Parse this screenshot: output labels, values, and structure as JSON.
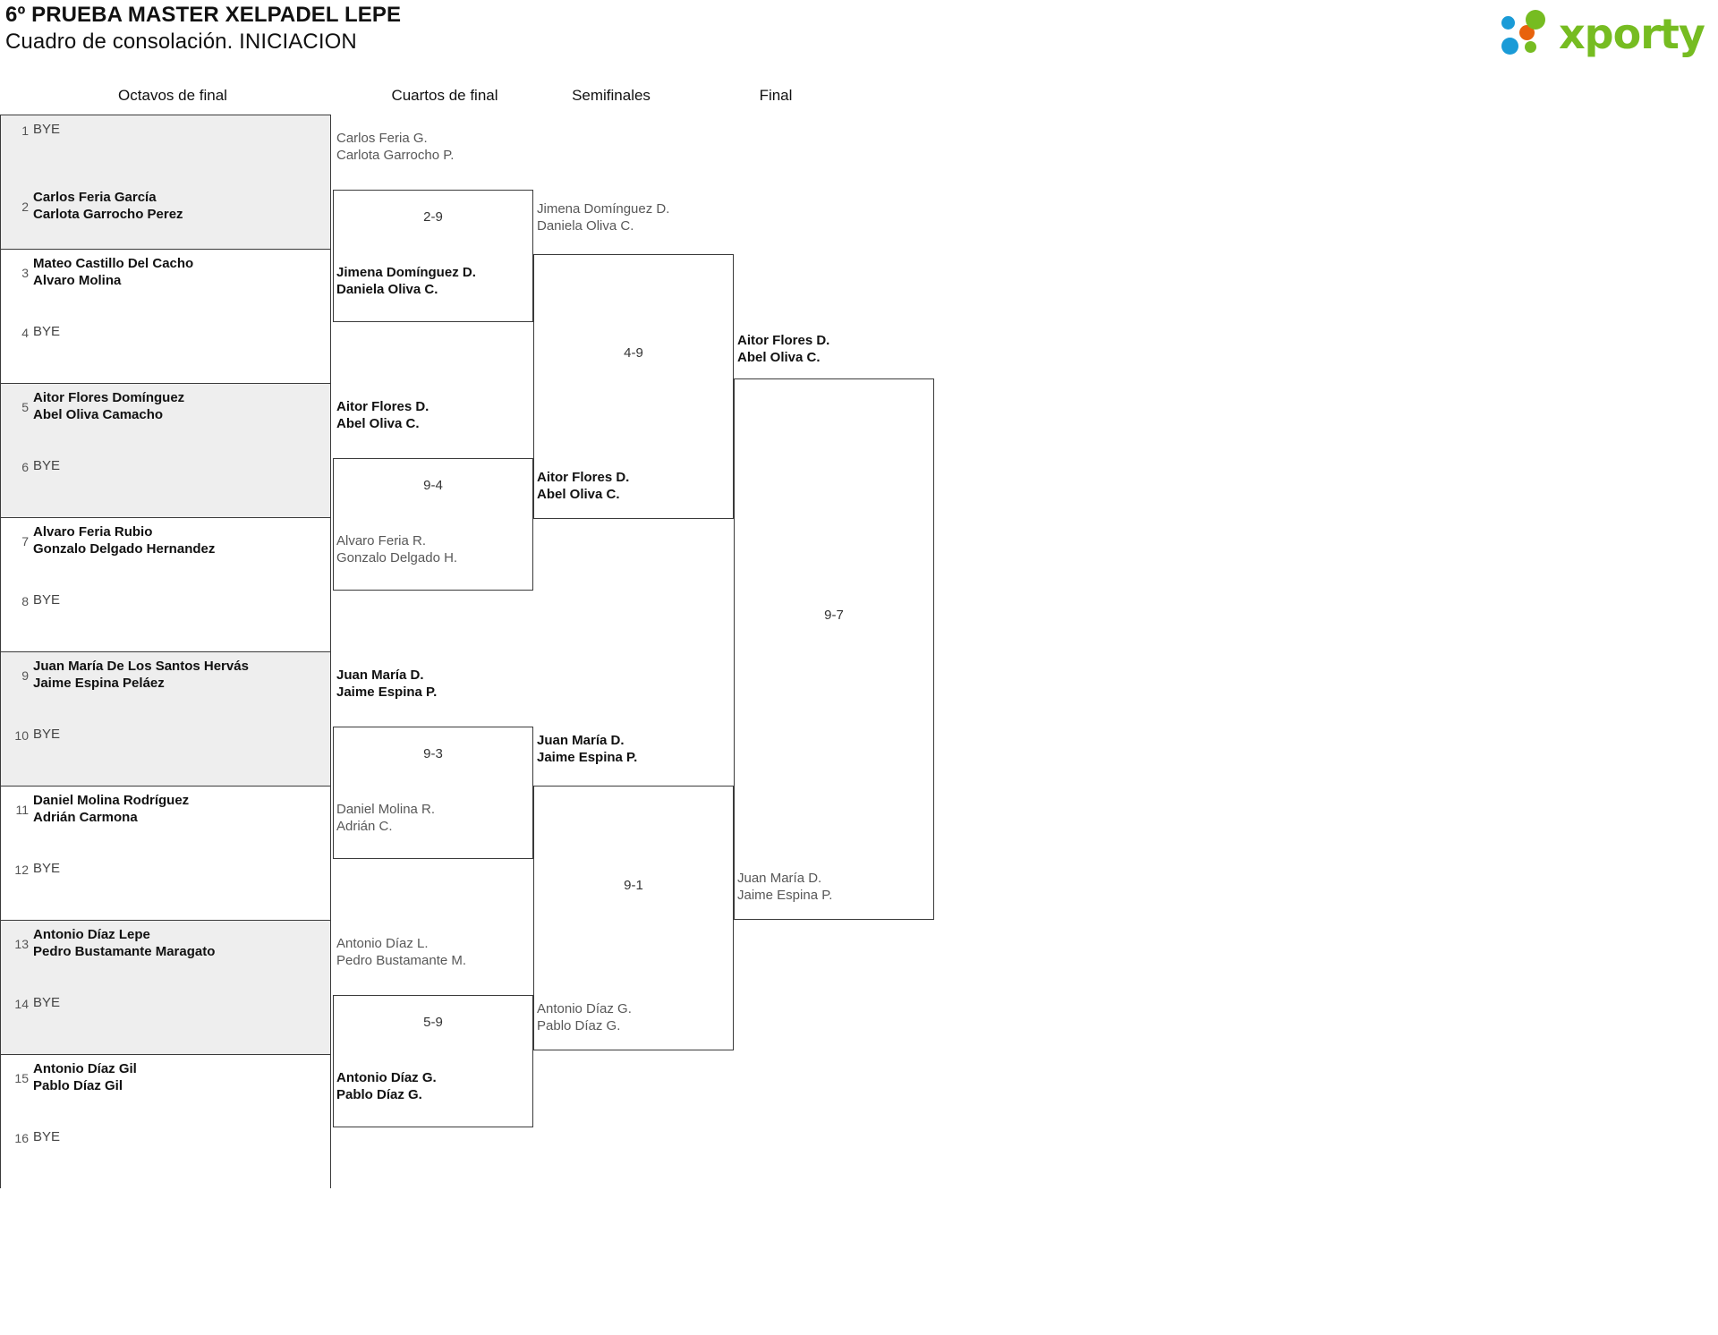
{
  "header": {
    "title_line1": "6º PRUEBA MASTER XELPADEL LEPE",
    "title_line2": "Cuadro de consolación. INICIACION",
    "logo_text": "xporty",
    "logo_colors": {
      "green": "#76bc21",
      "blue": "#1a9bd7",
      "orange": "#e8620c"
    }
  },
  "rounds": {
    "r1_label": "Octavos de final",
    "r2_label": "Cuartos de final",
    "r3_label": "Semifinales",
    "r4_label": "Final"
  },
  "bracket": {
    "round1": [
      {
        "seed": "1",
        "line1": "BYE",
        "line2": "",
        "bye": true
      },
      {
        "seed": "2",
        "line1": "Carlos Feria García",
        "line2": "Carlota Garrocho Perez",
        "bye": false
      },
      {
        "seed": "3",
        "line1": "Mateo Castillo Del Cacho",
        "line2": "Alvaro Molina",
        "bye": false
      },
      {
        "seed": "4",
        "line1": "BYE",
        "line2": "",
        "bye": true
      },
      {
        "seed": "5",
        "line1": "Aitor Flores Domínguez",
        "line2": "Abel Oliva Camacho",
        "bye": false
      },
      {
        "seed": "6",
        "line1": "BYE",
        "line2": "",
        "bye": true
      },
      {
        "seed": "7",
        "line1": "Alvaro Feria Rubio",
        "line2": "Gonzalo Delgado Hernandez",
        "bye": false
      },
      {
        "seed": "8",
        "line1": "BYE",
        "line2": "",
        "bye": true
      },
      {
        "seed": "9",
        "line1": "Juan María De Los Santos Hervás",
        "line2": "Jaime Espina Peláez",
        "bye": false
      },
      {
        "seed": "10",
        "line1": "BYE",
        "line2": "",
        "bye": true
      },
      {
        "seed": "11",
        "line1": "Daniel Molina Rodríguez",
        "line2": "Adrián Carmona",
        "bye": false
      },
      {
        "seed": "12",
        "line1": "BYE",
        "line2": "",
        "bye": true
      },
      {
        "seed": "13",
        "line1": "Antonio Díaz Lepe",
        "line2": "Pedro Bustamante Maragato",
        "bye": false
      },
      {
        "seed": "14",
        "line1": "BYE",
        "line2": "",
        "bye": true
      },
      {
        "seed": "15",
        "line1": "Antonio Díaz Gil",
        "line2": "Pablo Díaz Gil",
        "bye": false
      },
      {
        "seed": "16",
        "line1": "BYE",
        "line2": "",
        "bye": true
      }
    ],
    "round2": [
      {
        "score": "2-9",
        "top": {
          "line1": "Carlos Feria G.",
          "line2": "Carlota Garrocho P.",
          "winner": false
        },
        "bottom": {
          "line1": "Jimena Domínguez D.",
          "line2": "Daniela Oliva C.",
          "winner": true
        }
      },
      {
        "score": "9-4",
        "top": {
          "line1": "Aitor Flores D.",
          "line2": "Abel Oliva C.",
          "winner": true
        },
        "bottom": {
          "line1": "Alvaro Feria R.",
          "line2": "Gonzalo Delgado H.",
          "winner": false
        }
      },
      {
        "score": "9-3",
        "top": {
          "line1": "Juan María D.",
          "line2": "Jaime Espina P.",
          "winner": true
        },
        "bottom": {
          "line1": "Daniel Molina R.",
          "line2": "Adrián C.",
          "winner": false
        }
      },
      {
        "score": "5-9",
        "top": {
          "line1": "Antonio Díaz L.",
          "line2": "Pedro Bustamante M.",
          "winner": false
        },
        "bottom": {
          "line1": "Antonio Díaz G.",
          "line2": "Pablo Díaz G.",
          "winner": true
        }
      }
    ],
    "round3": [
      {
        "score": "4-9",
        "top": {
          "line1": "Jimena Domínguez D.",
          "line2": "Daniela Oliva C.",
          "winner": false
        },
        "bottom": {
          "line1": "Aitor Flores D.",
          "line2": "Abel Oliva C.",
          "winner": true
        }
      },
      {
        "score": "9-1",
        "top": {
          "line1": "Juan María D.",
          "line2": "Jaime Espina P.",
          "winner": true
        },
        "bottom": {
          "line1": "Antonio Díaz G.",
          "line2": "Pablo Díaz G.",
          "winner": false
        }
      }
    ],
    "round4": [
      {
        "score": "9-7",
        "top": {
          "line1": "Aitor Flores D.",
          "line2": "Abel Oliva C.",
          "winner": true
        },
        "bottom": {
          "line1": "Juan María D.",
          "line2": "Jaime Espina P.",
          "winner": false
        }
      }
    ]
  }
}
